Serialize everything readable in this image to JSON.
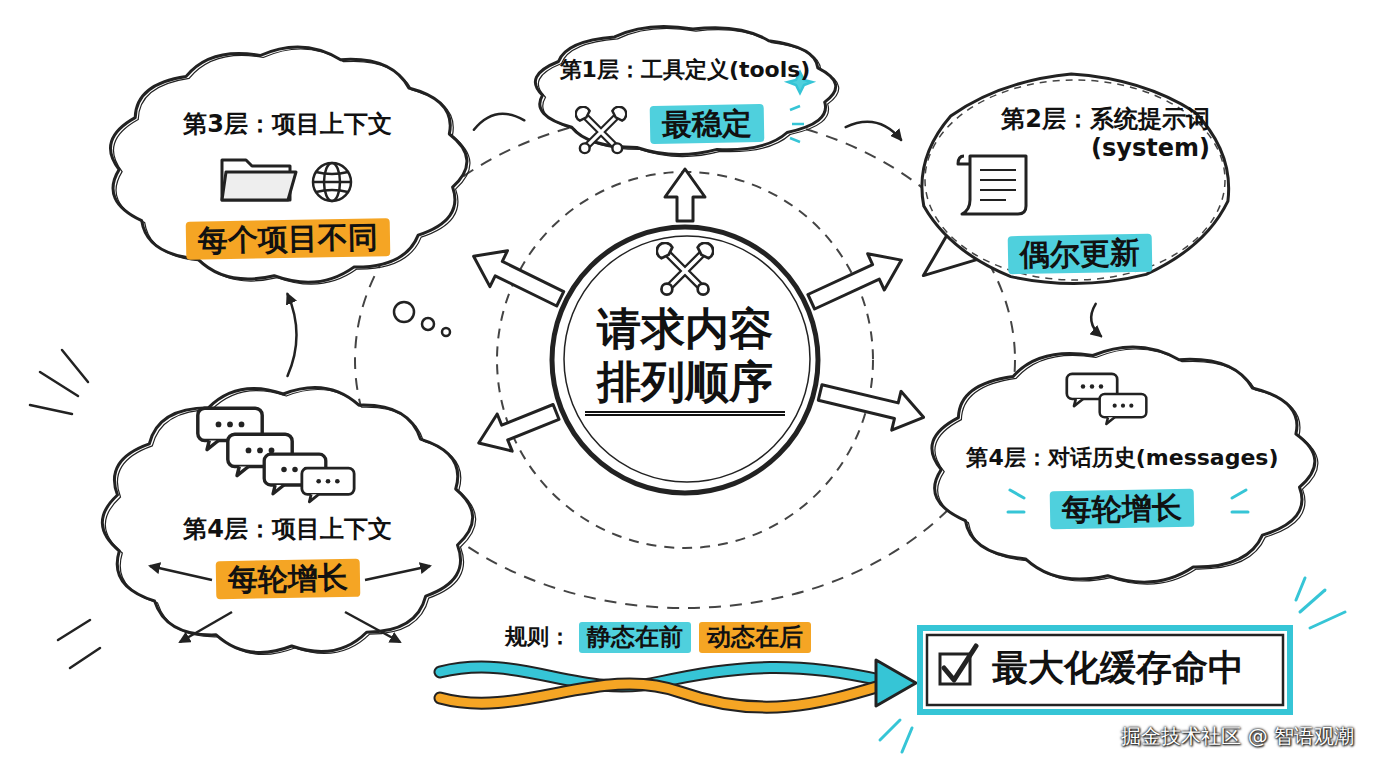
{
  "diagram": {
    "nodes": [
      {
        "text": [
          "请求内容 排列顺序"
        ]
      },
      {
        "text": [
          "第1层：工具定义(tools)",
          "最稳定"
        ]
      },
      {
        "text": [
          "第2层：系统提示词 (system)",
          "偶尔更新"
        ]
      },
      {
        "text": [
          "第3层：项目上下文",
          "每个项目不同"
        ]
      },
      {
        "text": [
          "第4层：对话历史(messages)",
          "每轮增长"
        ]
      },
      {
        "text": [
          "第4层：项目上下文",
          "每轮增长"
        ]
      },
      {
        "text": [
          "最大化缓存命中"
        ]
      }
    ],
    "edges": [
      {
        "from": 0,
        "to": 1,
        "arrow": "to"
      },
      {
        "from": 0,
        "to": 2,
        "arrow": "to"
      },
      {
        "from": 0,
        "to": 3,
        "arrow": "to"
      },
      {
        "from": 0,
        "to": 4,
        "arrow": "to"
      },
      {
        "from": 0,
        "to": 5,
        "arrow": "to"
      },
      {
        "from": 1,
        "to": 2,
        "arrow": "to"
      },
      {
        "from": 2,
        "to": 4,
        "arrow": "to"
      },
      {
        "from": 5,
        "to": 3,
        "arrow": "to"
      },
      {
        "from": 3,
        "to": 1,
        "arrow": "none"
      }
    ],
    "labels": [
      "规则：",
      "静态在前",
      "动态在后",
      "掘金技术社区 @ 智语观潮"
    ]
  }
}
